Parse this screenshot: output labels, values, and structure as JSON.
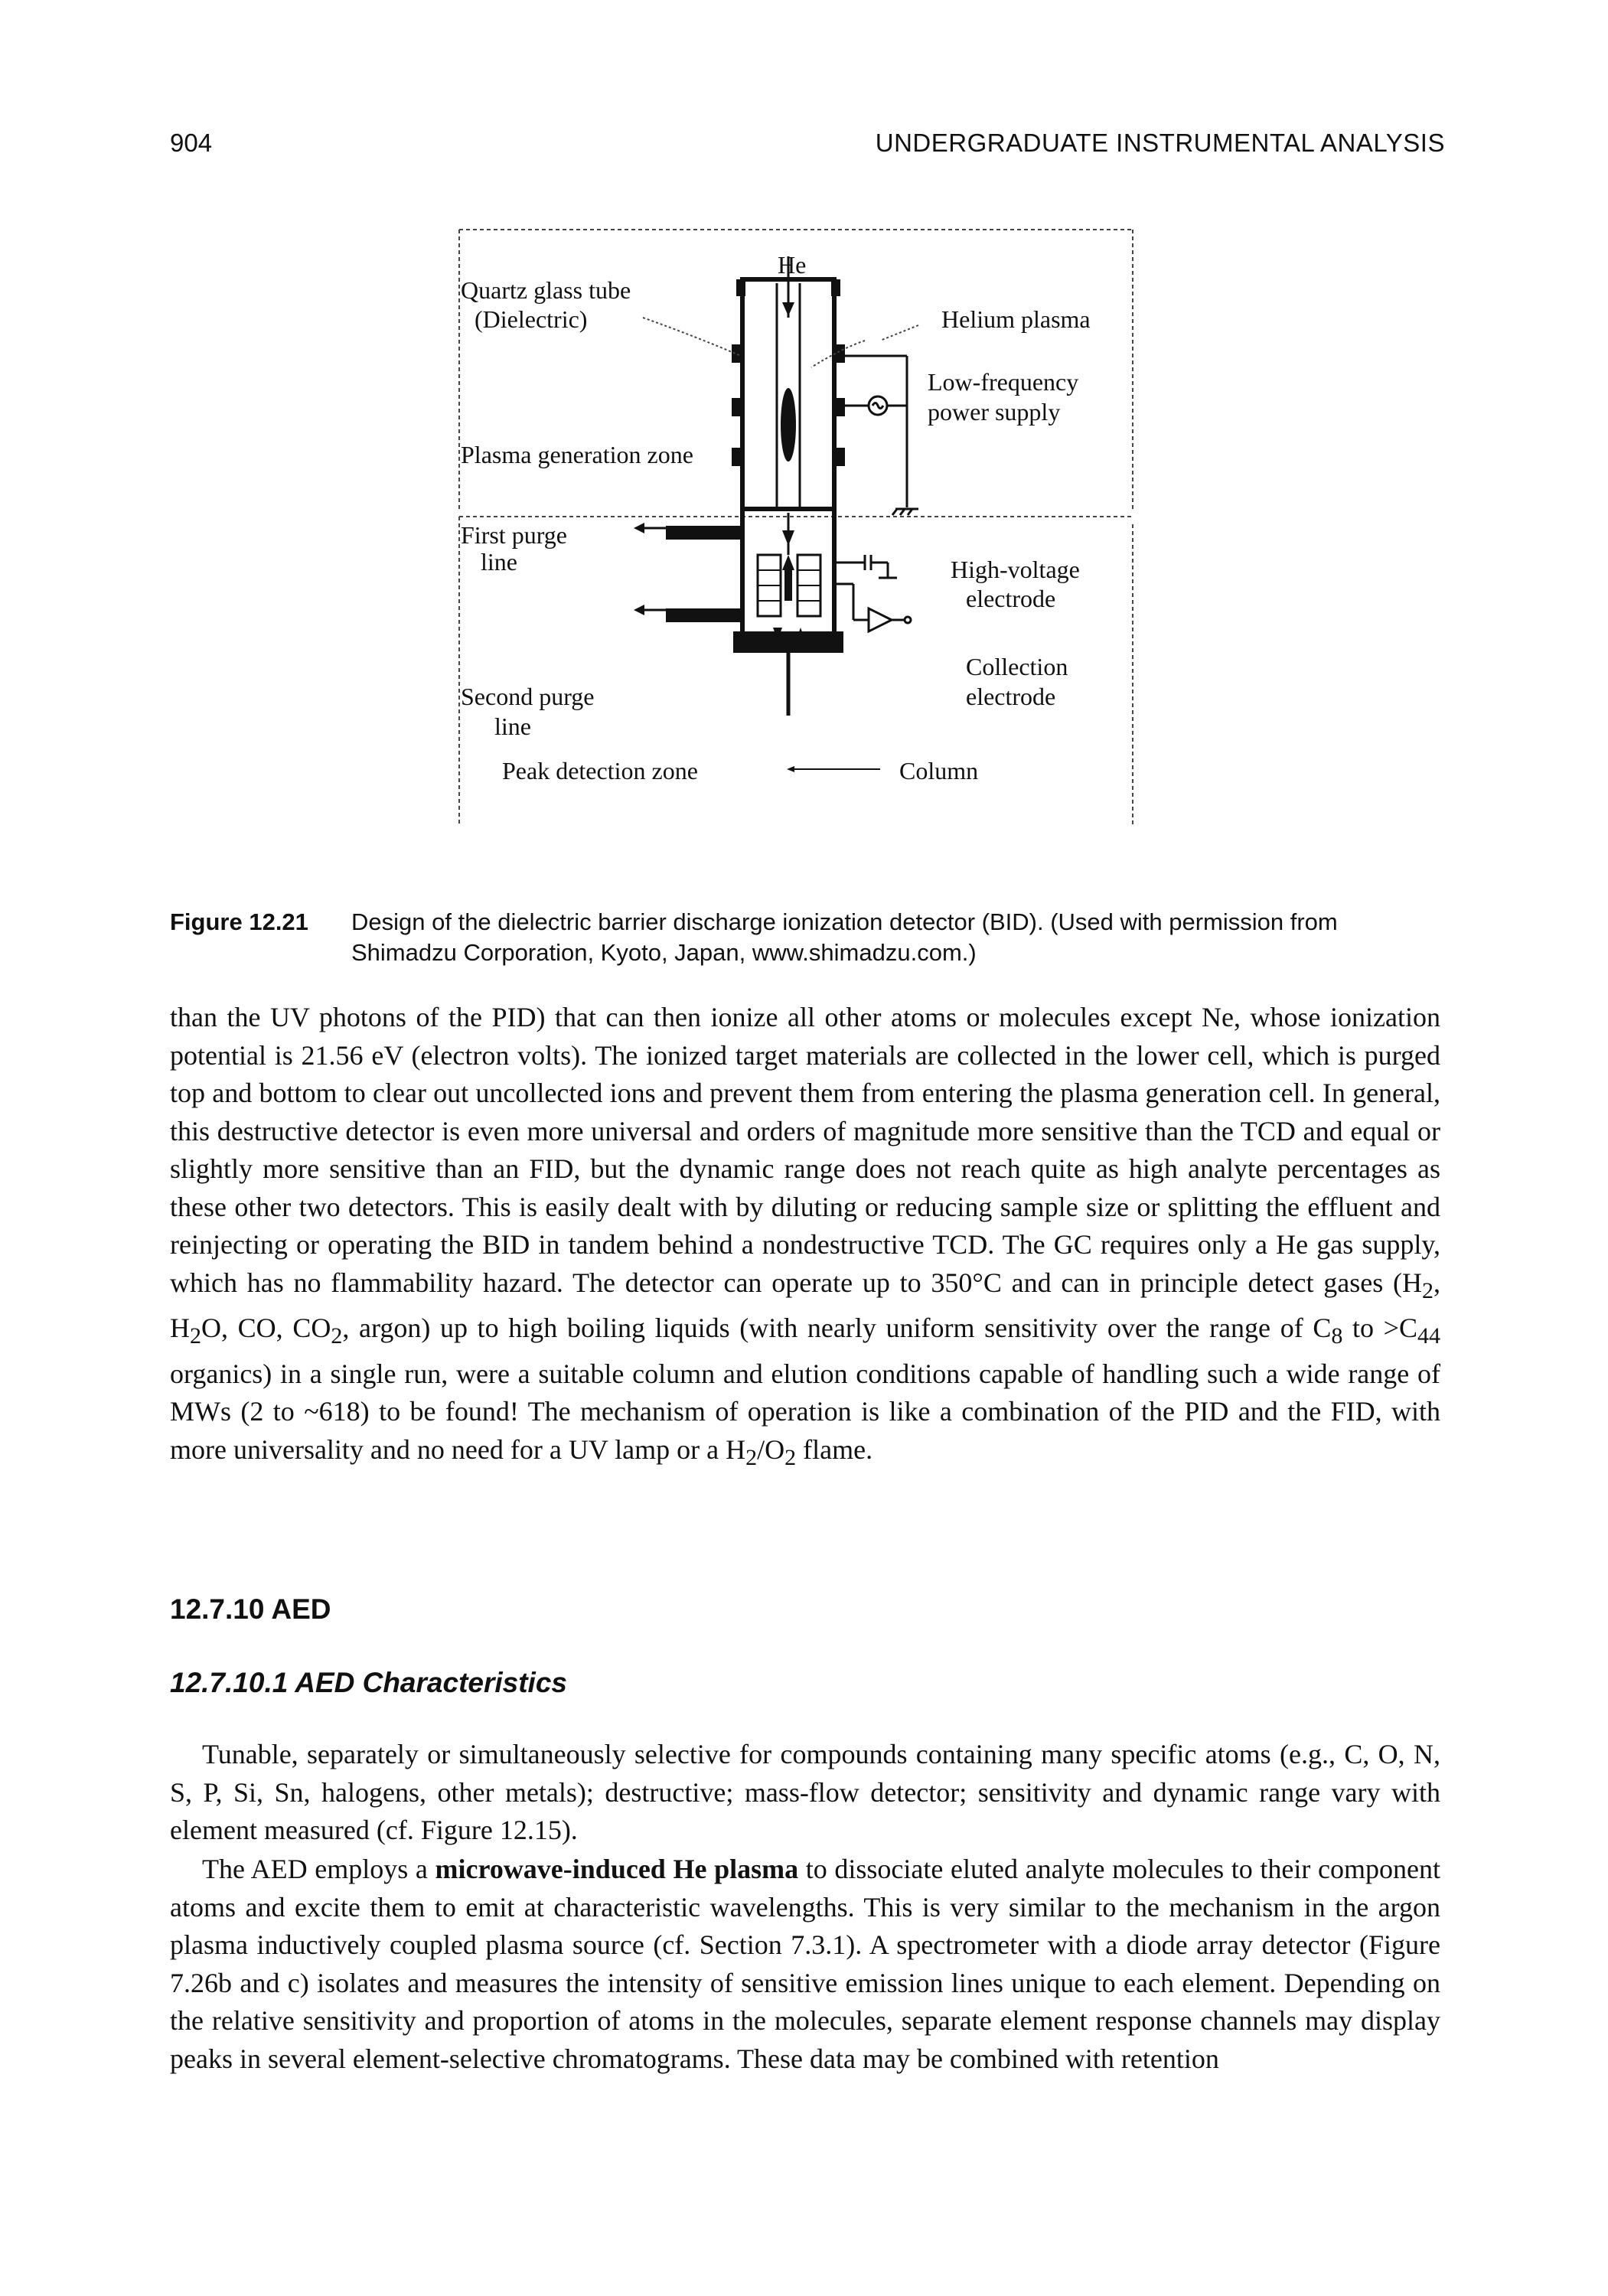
{
  "header": {
    "page_number": "904",
    "running_title": "UNDERGRADUATE INSTRUMENTAL ANALYSIS"
  },
  "figure": {
    "labels": {
      "he": "He",
      "quartz_1": "Quartz glass tube",
      "quartz_2": "(Dielectric)",
      "helium_plasma": "Helium plasma",
      "low_freq_1": "Low-frequency",
      "low_freq_2": "power supply",
      "plasma_zone": "Plasma generation zone",
      "first_purge_1": "First purge",
      "first_purge_2": "line",
      "high_voltage_1": "High-voltage",
      "high_voltage_2": "electrode",
      "collection_1": "Collection",
      "collection_2": "electrode",
      "second_purge_1": "Second purge",
      "second_purge_2": "line",
      "peak_zone": "Peak detection zone",
      "column": "Column"
    }
  },
  "caption": {
    "label": "Figure 12.21",
    "text": "Design of the dielectric barrier discharge ionization detector (BID). (Used with permission from Shimadzu Corporation, Kyoto, Japan, www.shimadzu.com.)"
  },
  "body": {
    "para1": {
      "a": "than the UV photons of the PID) that can then ionize all other atoms or molecules except Ne, whose ionization potential is 21.56 eV (electron volts). The ionized target materials are collected in the lower cell, which is purged top and bottom to clear out uncollected ions and prevent them from entering the plasma generation cell. In general, this destructive detector is even more universal and orders of magnitude more sensitive than the TCD and equal or slightly more sensitive than an FID, but the dynamic range does not reach quite as high analyte percentages as these other two detectors. This is easily dealt with by diluting or reducing sample size or splitting the effluent and reinjecting or operating the BID in tandem behind a nondestructive TCD. The GC requires only a He gas supply, which has no flammability hazard. The detector can operate up to 350°C and can in principle detect gases (H",
      "s1": "2",
      "b": ", H",
      "s2": "2",
      "c": "O, CO, CO",
      "s3": "2",
      "d": ", argon) up to high boiling liquids (with nearly uniform sensitivity over the range of C",
      "s4": "8",
      "e": " to >C",
      "s5": "44",
      "f": " organics) in a single run, were a suitable column and elution conditions capable of handling such a wide range of MWs (2 to ~618) to be found! The mechanism of operation is like a combination of the PID and the FID, with more universality and no need for a UV lamp or a H",
      "s6": "2",
      "g": "/O",
      "s7": "2",
      "h": " flame."
    },
    "heading_section": "12.7.10 AED",
    "heading_subsection": "12.7.10.1 AED Characteristics",
    "para2": "Tunable, separately or simultaneously selective for compounds containing many specific atoms (e.g., C, O, N, S, P, Si, Sn, halogens, other metals); destructive; mass-flow detector; sensitivity and dynamic range vary with element measured (cf. Figure 12.15).",
    "para3": {
      "a": "The AED employs a ",
      "bold": "microwave-induced He plasma",
      "b": " to dissociate eluted analyte molecules to their component atoms and excite them to emit at characteristic wavelengths. This is very similar to the mechanism in the argon plasma inductively coupled plasma source (cf. Section 7.3.1). A spectrometer with a diode array detector (Figure 7.26b and c) isolates and measures the intensity of sensitive emission lines unique to each element. Depending on the relative sensitivity and proportion of atoms in the molecules, separate element response channels may display peaks in several element-selective chromatograms. These data may be combined with retention"
    }
  }
}
